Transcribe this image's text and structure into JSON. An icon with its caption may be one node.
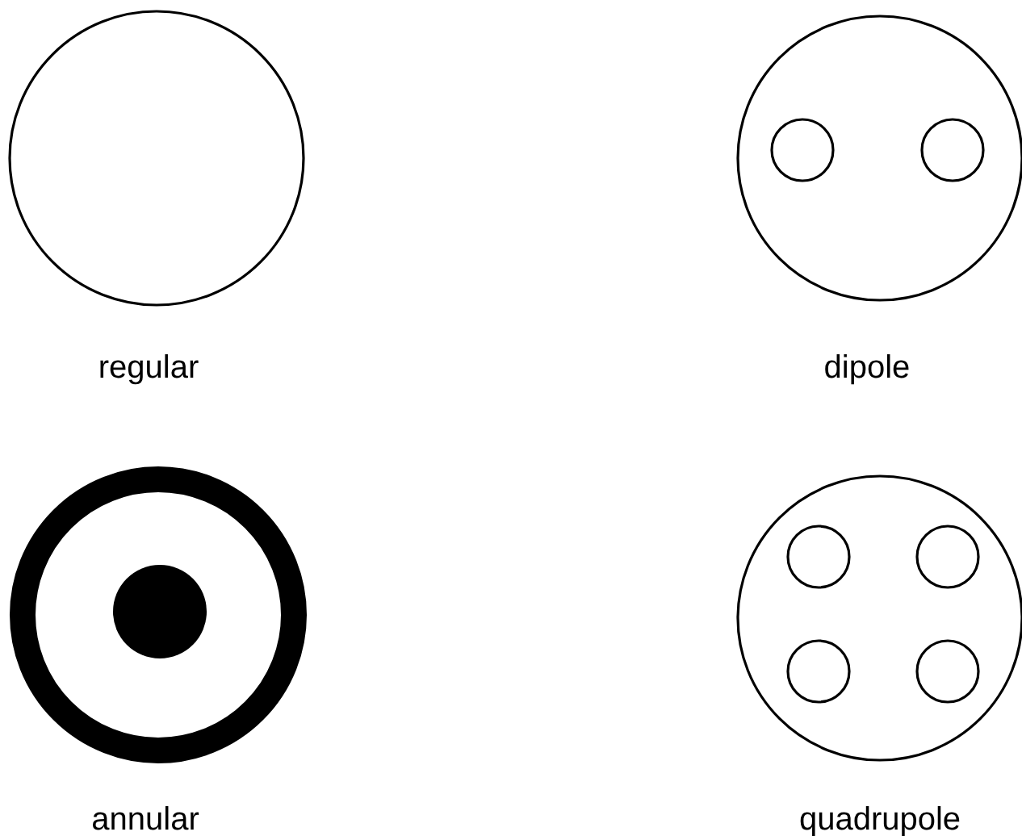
{
  "diagram": {
    "labels": [
      "regular",
      "dipole",
      "annular",
      "quadrupole"
    ]
  }
}
